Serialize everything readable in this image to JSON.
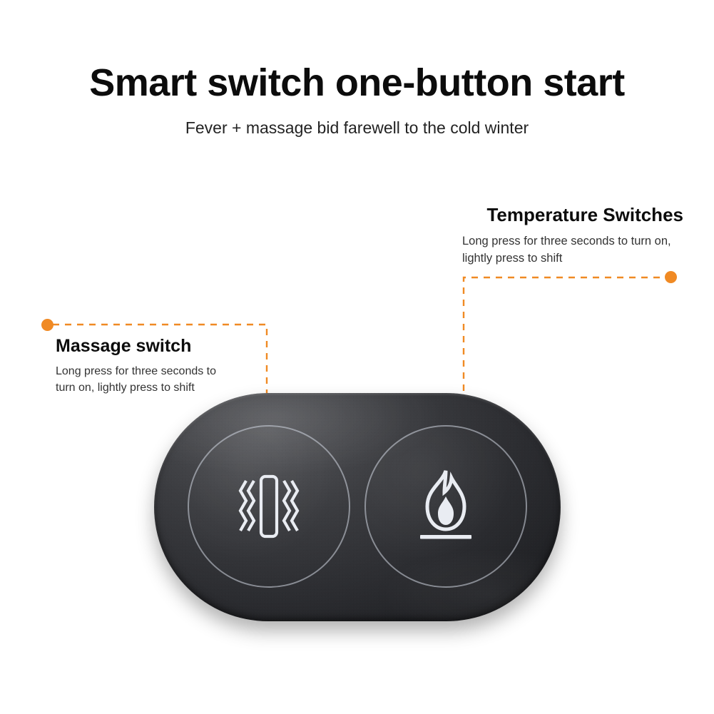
{
  "header": {
    "title": "Smart switch one-button start",
    "subtitle": "Fever + massage bid farewell to the cold winter"
  },
  "callouts": [
    {
      "id": "temperature",
      "heading": "Temperature Switches",
      "body": "Long press for three seconds to turn on, lightly press to shift"
    },
    {
      "id": "massage",
      "heading": "Massage switch",
      "body": "Long press for three seconds to turn on, lightly press to shift"
    }
  ],
  "device": {
    "buttons": [
      {
        "id": "massage",
        "icon": "vibration-icon"
      },
      {
        "id": "heat",
        "icon": "flame-icon"
      }
    ]
  },
  "colors": {
    "accent": "#f08a24",
    "text": "#111111",
    "device_body": "#2a2b2f",
    "glyph": "#e9ecf2",
    "background": "#ffffff"
  }
}
